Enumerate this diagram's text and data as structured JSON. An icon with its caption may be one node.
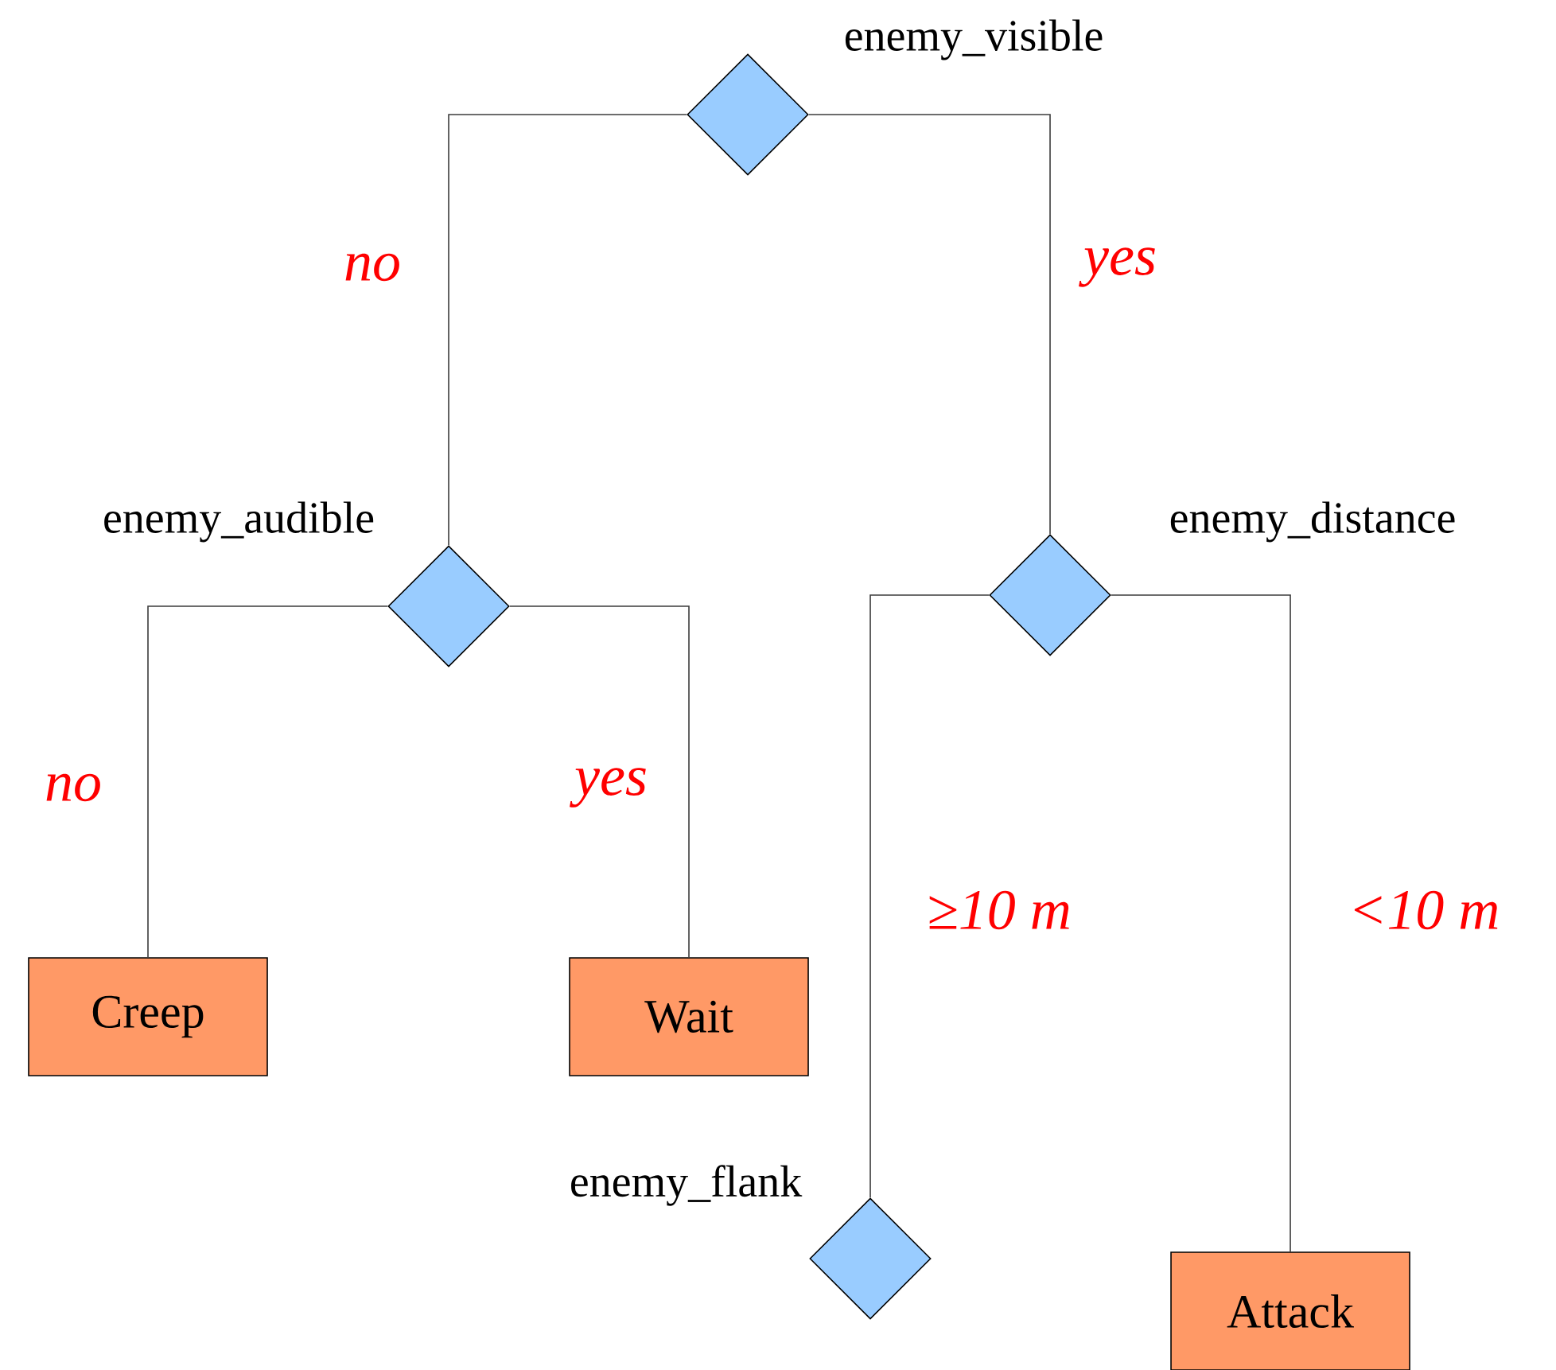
{
  "diagram": {
    "nodes": [
      {
        "text": [
          "enemy_visible"
        ]
      },
      {
        "text": [
          "enemy_audible"
        ]
      },
      {
        "text": [
          "enemy_distance"
        ]
      },
      {
        "text": [
          "Creep"
        ]
      },
      {
        "text": [
          "Wait"
        ]
      },
      {
        "text": [
          "enemy_flank"
        ]
      },
      {
        "text": [
          "Attack"
        ]
      }
    ],
    "edges": [
      {
        "from": 0,
        "to": 1,
        "arrow": "none",
        "label": "no"
      },
      {
        "from": 0,
        "to": 2,
        "arrow": "none",
        "label": "yes"
      },
      {
        "from": 1,
        "to": 3,
        "arrow": "none",
        "label": "no"
      },
      {
        "from": 1,
        "to": 4,
        "arrow": "none",
        "label": "yes"
      },
      {
        "from": 2,
        "to": 5,
        "arrow": "none",
        "label": "≥10 m"
      },
      {
        "from": 2,
        "to": 6,
        "arrow": "none",
        "label": "<10 m"
      }
    ]
  }
}
